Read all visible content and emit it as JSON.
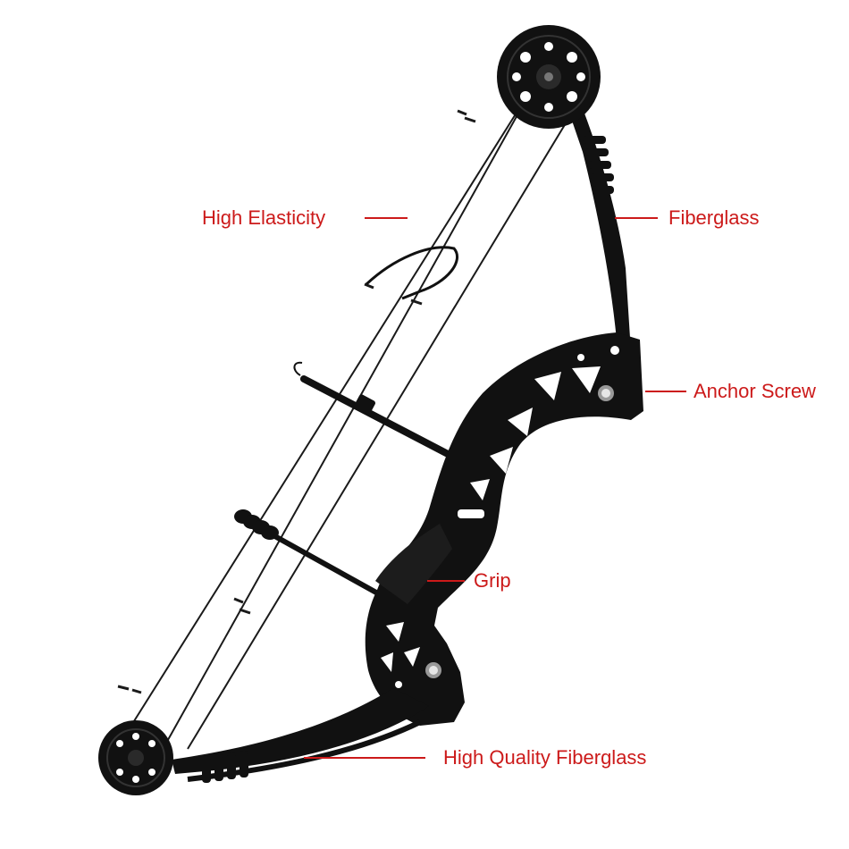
{
  "product": {
    "name": "compound-bow",
    "body_color": "#111111",
    "string_color": "#1a1a1a"
  },
  "callouts": {
    "color": "#cc1a1a",
    "high_elasticity": "High Elasticity",
    "fiberglass": "Fiberglass",
    "anchor_screw": "Anchor Screw",
    "grip": "Grip",
    "high_quality_fiberglass": "High Quality Fiberglass"
  }
}
